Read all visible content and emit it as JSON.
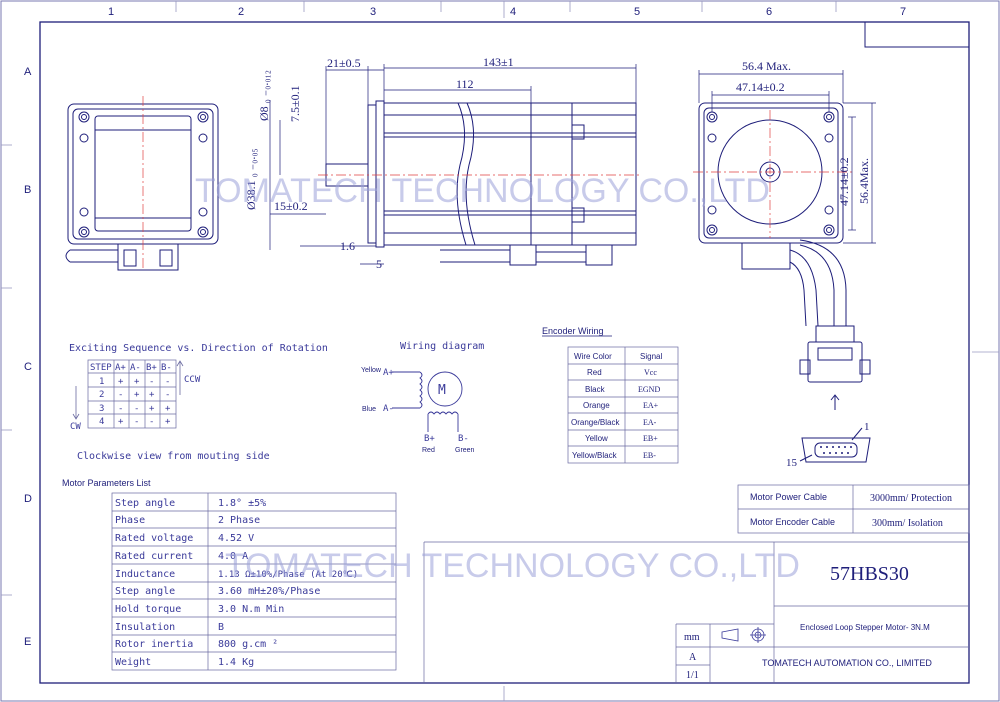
{
  "frame": {
    "columns": [
      "1",
      "2",
      "3",
      "4",
      "5",
      "6",
      "7"
    ],
    "rows": [
      "A",
      "B",
      "C",
      "D",
      "E"
    ]
  },
  "watermark": "TOMATECH TECHNOLOGY CO.,LTD",
  "dimensions": {
    "d1": "21±0.5",
    "d2": "143±1",
    "d3": "112",
    "d4": "7.5±0.1",
    "d5": "15±0.2",
    "d6": "1.6",
    "d7": "5",
    "d8": "56.4 Max.",
    "d9": "47.14±0.2",
    "d10": "47.14±0.2",
    "d11": "56.4Max."
  },
  "exciting": {
    "title": "Exciting Sequence vs. Direction of Rotation",
    "headers": [
      "STEP",
      "A+",
      "A-",
      "B+",
      "B-"
    ],
    "rows": [
      [
        "1",
        "+",
        "+",
        "-",
        "-"
      ],
      [
        "2",
        "-",
        "+",
        "+",
        "-"
      ],
      [
        "3",
        "-",
        "-",
        "+",
        "+"
      ],
      [
        "4",
        "+",
        "-",
        "-",
        "+"
      ]
    ],
    "ccw": "CCW",
    "cw": "CW",
    "caption": "Clockwise view from mouting side"
  },
  "wiring": {
    "title": "Wiring diagram",
    "yellow": "Yellow",
    "a_plus": "A+",
    "blue": "Blue",
    "a_minus": "A-",
    "motor": "M",
    "b_plus": "B+",
    "b_minus": "B-",
    "red": "Red",
    "green": "Green"
  },
  "encoder": {
    "title": "Encoder Wiring",
    "headers": [
      "Wire Color",
      "Signal"
    ],
    "rows": [
      [
        "Red",
        "Vcc"
      ],
      [
        "Black",
        "EGND"
      ],
      [
        "Orange",
        "EA+"
      ],
      [
        "Orange/Black",
        "EA-"
      ],
      [
        "Yellow",
        "EB+"
      ],
      [
        "Yellow/Black",
        "EB-"
      ]
    ]
  },
  "connector": {
    "pin1": "1",
    "pin15": "15"
  },
  "params": {
    "title": "Motor Parameters List",
    "rows": [
      [
        "Step angle",
        "1.8° ±5%"
      ],
      [
        "Phase",
        "2   Phase"
      ],
      [
        "Rated voltage",
        "4.52  V"
      ],
      [
        "Rated current",
        "4.0  A"
      ],
      [
        "Inductance",
        "1.13 Ω±10%/Phase  (At 20℃)"
      ],
      [
        "Step angle",
        "3.60 mH±20%/Phase"
      ],
      [
        "Hold torque",
        "3.0 N.m   Min"
      ],
      [
        "Insulation",
        "B"
      ],
      [
        "Rotor inertia",
        "800 g.cm ²"
      ],
      [
        "Weight",
        "1.4 Kg"
      ]
    ]
  },
  "cables": {
    "power_label": "Motor Power Cable",
    "power_value": "3000mm/ Protection",
    "encoder_label": "Motor Encoder Cable",
    "encoder_value": "300mm/ Isolation"
  },
  "title_block": {
    "model": "57HBS30",
    "description": "Enclosed Loop Stepper Motor-  3N.M",
    "unit": "mm",
    "size": "A",
    "sheet": "1/1",
    "company": "TOMATECH AUTOMATION CO., LIMITED"
  },
  "colors": {
    "line": "#1e1e7a",
    "center": "#e04040",
    "watermark": "#9aa0d8"
  }
}
